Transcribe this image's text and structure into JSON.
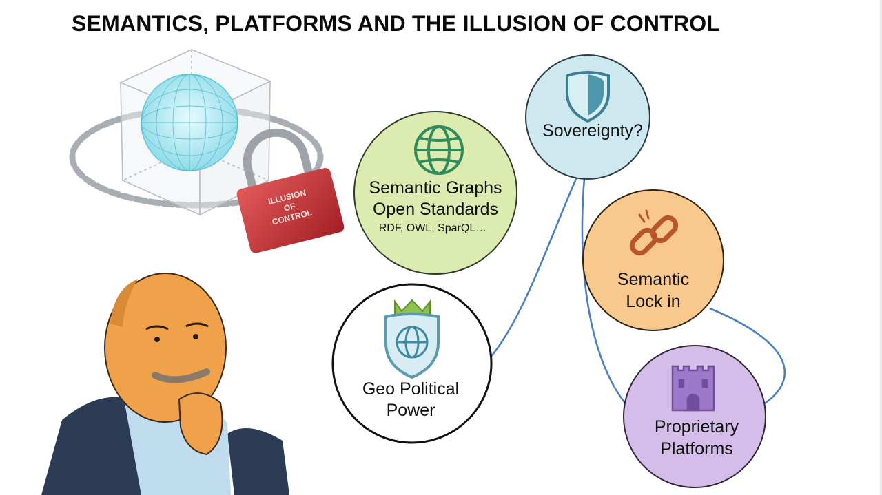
{
  "slide": {
    "title": "SEMANTICS, PLATFORMS AND THE ILLUSION OF CONTROL"
  },
  "illustration": {
    "padlock_text": [
      "ILLUSION",
      "OF",
      "CONTROL"
    ]
  },
  "nodes": {
    "semantic_graphs": {
      "line1": "Semantic Graphs",
      "line2": "Open Standards",
      "sub": "RDF, OWL, SparQL…",
      "fill": "#dcebb0",
      "icon": "globe-icon"
    },
    "sovereignty": {
      "label": "Sovereignty?",
      "fill": "#cde8ef",
      "icon": "shield-icon"
    },
    "semantic_lockin": {
      "line1": "Semantic",
      "line2": "Lock in",
      "fill": "#f8c88c",
      "icon": "broken-chain-icon"
    },
    "geo_political": {
      "line1": "Geo Political",
      "line2": "Power",
      "fill": "#ffffff",
      "icon": "crowned-globe-shield-icon"
    },
    "proprietary": {
      "line1": "Proprietary",
      "line2": "Platforms",
      "fill": "#d5bdea",
      "icon": "castle-icon"
    }
  },
  "colors": {
    "connector": "#4a7fc1"
  }
}
